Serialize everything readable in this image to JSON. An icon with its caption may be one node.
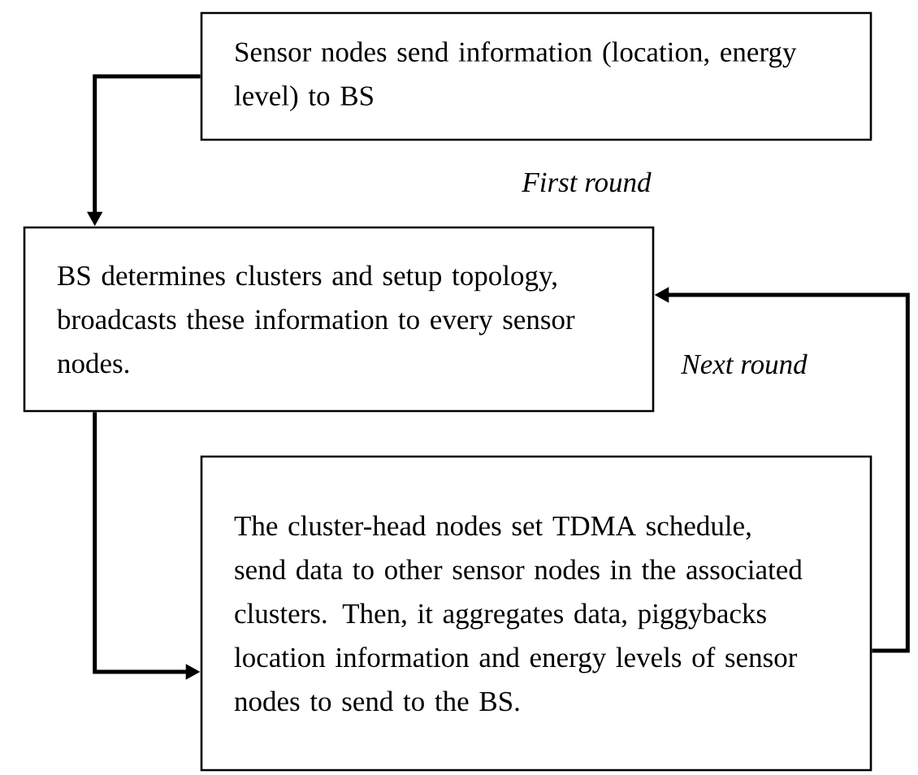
{
  "diagram": {
    "nodes": [
      {
        "text": [
          "Sensor nodes send information (location, energy level) to BS"
        ]
      },
      {
        "text": [
          "BS determines clusters and setup topology, broadcasts these information to every sensor nodes."
        ]
      },
      {
        "text": [
          "The cluster-head nodes set TDMA schedule, send data to other sensor nodes in the associated clusters. Then, it aggregates data, piggybacks location information and energy levels of sensor nodes to send to the BS."
        ]
      }
    ],
    "edges": [
      {
        "from": 0,
        "to": 1,
        "arrow": "to"
      },
      {
        "from": 1,
        "to": 2,
        "arrow": "to"
      },
      {
        "from": 2,
        "to": 1,
        "arrow": "to"
      }
    ],
    "labels": [
      "First round",
      "Next round"
    ]
  }
}
